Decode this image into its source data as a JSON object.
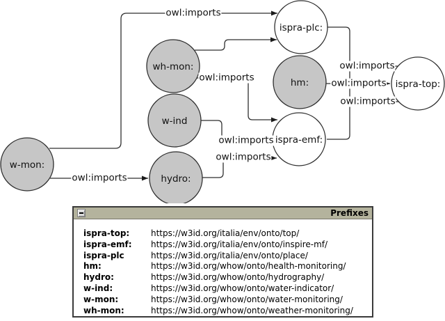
{
  "graph": {
    "nodes": [
      {
        "id": "w-mon",
        "label": "w-mon:",
        "fill": "gray"
      },
      {
        "id": "wh-mon",
        "label": "wh-mon:",
        "fill": "gray"
      },
      {
        "id": "w-ind",
        "label": "w-ind",
        "fill": "gray"
      },
      {
        "id": "hydro",
        "label": "hydro:",
        "fill": "gray"
      },
      {
        "id": "ispra-plc",
        "label": "ispra-plc:",
        "fill": "white"
      },
      {
        "id": "hm",
        "label": "hm:",
        "fill": "gray"
      },
      {
        "id": "ispra-emf",
        "label": "ispra-emf:",
        "fill": "white"
      },
      {
        "id": "ispra-top",
        "label": "ispra-top:",
        "fill": "white"
      }
    ],
    "edges": [
      {
        "from": "w-mon:",
        "to": "ispra-plc:",
        "label": "owl:imports"
      },
      {
        "from": "wh-mon:",
        "to": "ispra-plc:",
        "label": ""
      },
      {
        "from": "w-mon:",
        "to": "hydro:",
        "label": "owl:imports"
      },
      {
        "from": "wh-mon:",
        "to": "ispra-emf:",
        "label": "owl:imports"
      },
      {
        "from": "w-ind",
        "to": "ispra-emf:",
        "label": "owl:imports"
      },
      {
        "from": "hydro:",
        "to": "ispra-emf:",
        "label": "owl:imports"
      },
      {
        "from": "ispra-plc:",
        "to": "ispra-top:",
        "label": "owl:imports"
      },
      {
        "from": "hm:",
        "to": "ispra-top:",
        "label": "owl:imports"
      },
      {
        "from": "ispra-emf:",
        "to": "ispra-top:",
        "label": "owl:imports"
      }
    ],
    "colors": {
      "node_fill_gray": "#c6c6c6",
      "node_fill_white": "#ffffff",
      "stroke": "#2e2e2e"
    }
  },
  "prefixes_window": {
    "title": "Prefixes",
    "colors": {
      "title_bar": "#b4b39d"
    },
    "entries": [
      {
        "prefix": "ispra-top:",
        "uri": "https://w3id.org/italia/env/onto/top/"
      },
      {
        "prefix": "ispra-emf:",
        "uri": "https://w3id.org/italia/env/onto/inspire-mf/"
      },
      {
        "prefix": "ispra-plc",
        "uri": "https://w3id.org/italia/env/onto/place/"
      },
      {
        "prefix": "hm:",
        "uri": "https://w3id.org/whow/onto/health-monitoring/"
      },
      {
        "prefix": "hydro:",
        "uri": "https://w3id.org/whow/onto/hydrography/"
      },
      {
        "prefix": "w-ind:",
        "uri": "https://w3id.org/whow/onto/water-indicator/"
      },
      {
        "prefix": "w-mon:",
        "uri": "https://w3id.org/whow/onto/water-monitoring/"
      },
      {
        "prefix": "wh-mon:",
        "uri": "https://w3id.org/whow/onto/weather-monitoring/"
      }
    ]
  }
}
